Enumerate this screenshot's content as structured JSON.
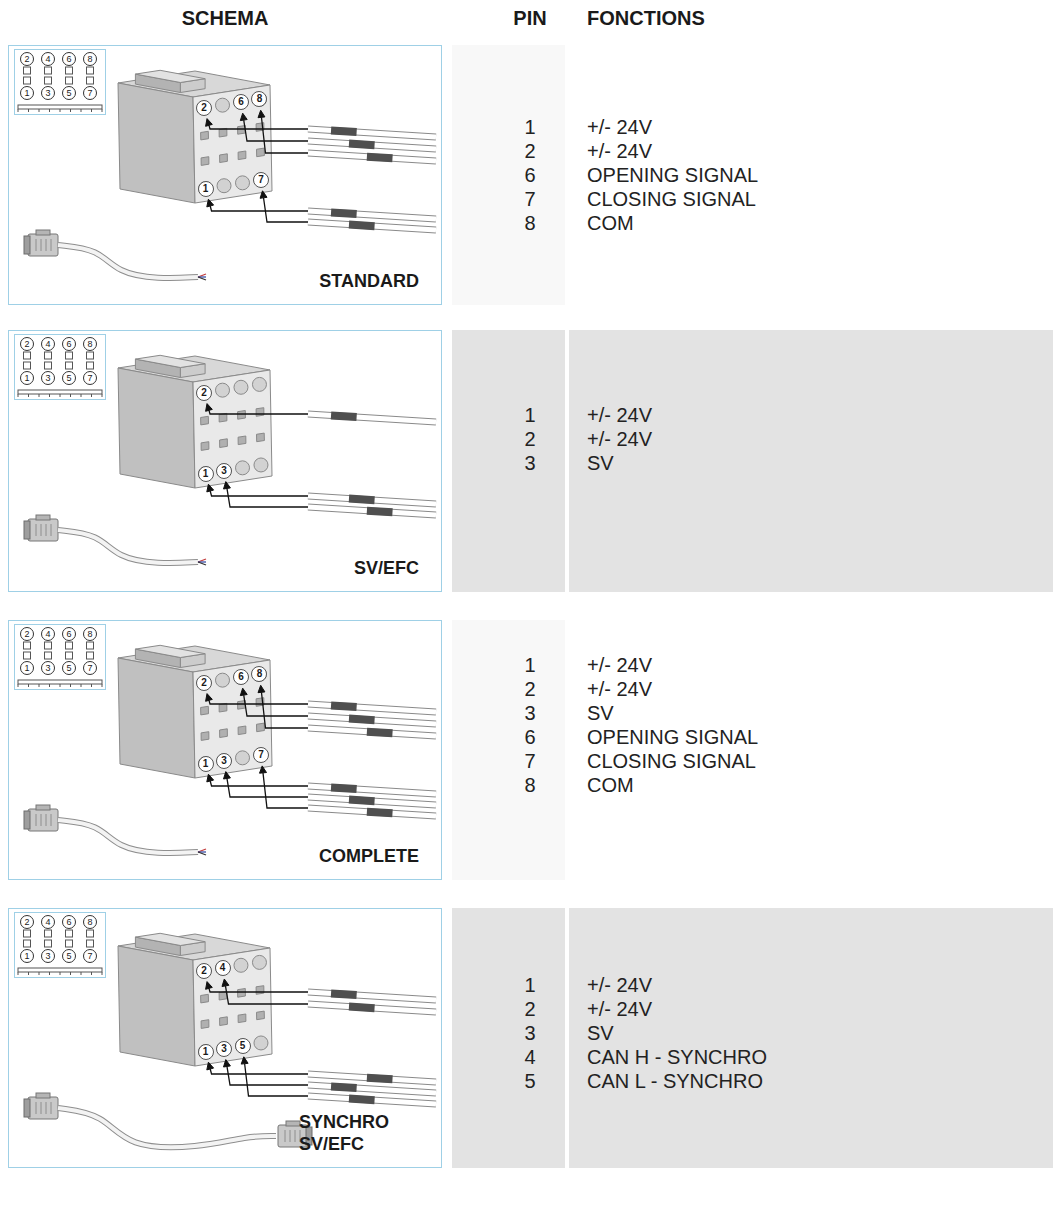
{
  "diagram": {
    "nodes": [
      {
        "text": [
          "STANDARD"
        ]
      },
      {
        "text": [
          "2",
          "4",
          "6",
          "8",
          "1",
          "3",
          "5",
          "7"
        ],
        "in": 0
      },
      {
        "text": [
          "SV/EFC"
        ]
      },
      {
        "text": [
          "2",
          "4",
          "6",
          "8",
          "1",
          "3",
          "5",
          "7"
        ],
        "in": 2
      },
      {
        "text": [
          "COMPLETE"
        ]
      },
      {
        "text": [
          "2",
          "4",
          "6",
          "8",
          "1",
          "3",
          "5",
          "7"
        ],
        "in": 4
      },
      {
        "text": [
          "SYNCHRO SV/EFC"
        ]
      },
      {
        "text": [
          "2",
          "4",
          "6",
          "8",
          "1",
          "3",
          "5",
          "7"
        ],
        "in": 6
      }
    ],
    "labels": [
      "SCHEMA",
      "PIN",
      "FONCTIONS",
      "2",
      "6",
      "8",
      "1",
      "7",
      "1",
      "+/- 24V",
      "2",
      "+/- 24V",
      "6",
      "OPENING SIGNAL",
      "7",
      "CLOSING SIGNAL",
      "8",
      "COM",
      "2",
      "1",
      "3",
      "1",
      "+/- 24V",
      "2",
      "+/- 24V",
      "3",
      "SV",
      "2",
      "6",
      "8",
      "1",
      "3",
      "7",
      "1",
      "+/- 24V",
      "2",
      "+/- 24V",
      "3",
      "SV",
      "6",
      "OPENING SIGNAL",
      "7",
      "CLOSING SIGNAL",
      "8",
      "COM",
      "2",
      "4",
      "1",
      "3",
      "5",
      "1",
      "+/- 24V",
      "2",
      "+/- 24V",
      "3",
      "SV",
      "4",
      "CAN H - SYNCHRO",
      "5",
      "CAN L - SYNCHRO"
    ]
  }
}
